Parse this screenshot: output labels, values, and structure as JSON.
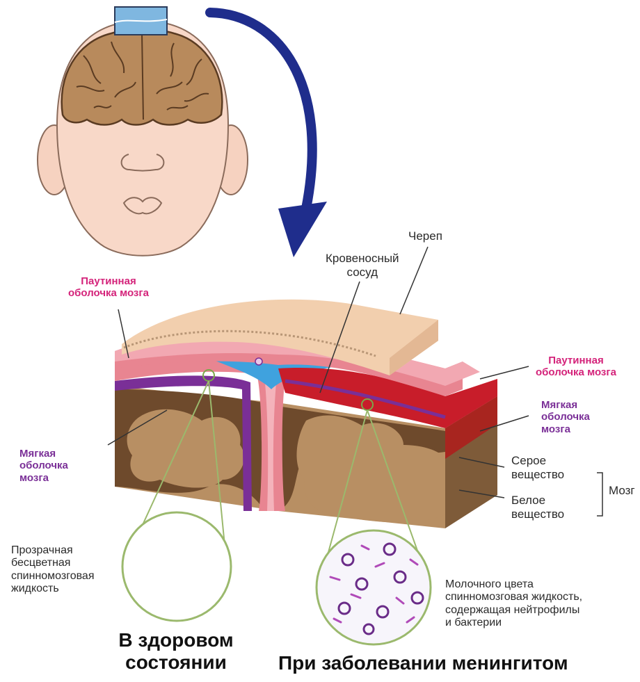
{
  "labels": {
    "skull": "Череп",
    "vessel": [
      "Кровеносный",
      "сосуд"
    ],
    "arachnoid_left": [
      "Паутинная",
      "оболочка мозга"
    ],
    "arachnoid_right": [
      "Паутинная",
      "оболочка мозга"
    ],
    "pia_left": [
      "Мягкая",
      "оболочка",
      "мозга"
    ],
    "pia_right": [
      "Мягкая",
      "оболочка",
      "мозга"
    ],
    "gray_matter": [
      "Серое",
      "вещество"
    ],
    "white_matter": [
      "Белое",
      "вещество"
    ],
    "brain": "Мозг",
    "healthy_fluid": [
      "Прозрачная",
      "бесцветная",
      "спинномозговая",
      "жидкость"
    ],
    "infected_fluid": [
      "Молочного цвета",
      "спинномозговая жидкость,",
      "содержащая нейтрофилы",
      "и бактерии"
    ]
  },
  "captions": {
    "healthy": [
      "В здоровом",
      "состоянии"
    ],
    "meningitis": "При заболевании менингитом"
  },
  "colors": {
    "skin": "#f8d8c8",
    "brain": "#b88a5c",
    "skull": "#f2cfae",
    "arachnoid": "#e88591",
    "infected": "#c81d2a",
    "gray_matter": "#6e4a2c",
    "white_matter": "#b88f63",
    "arrow": "#1f2d8c",
    "pink_label": "#d4237a",
    "purple_label": "#7a2f97"
  }
}
